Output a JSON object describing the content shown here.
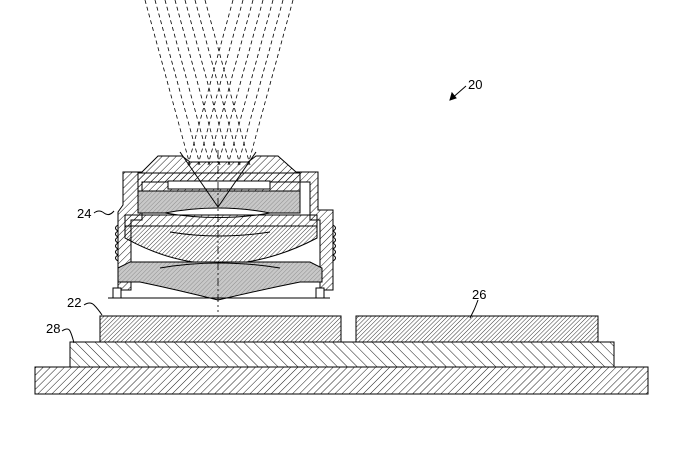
{
  "figure": {
    "reference_numerals": {
      "assembly": "20",
      "sensor": "22",
      "lens_module": "24",
      "component": "26",
      "substrate": "28"
    },
    "colors": {
      "line": "#000000",
      "background": "#ffffff",
      "lens_fill": "#bfbfbf"
    }
  }
}
